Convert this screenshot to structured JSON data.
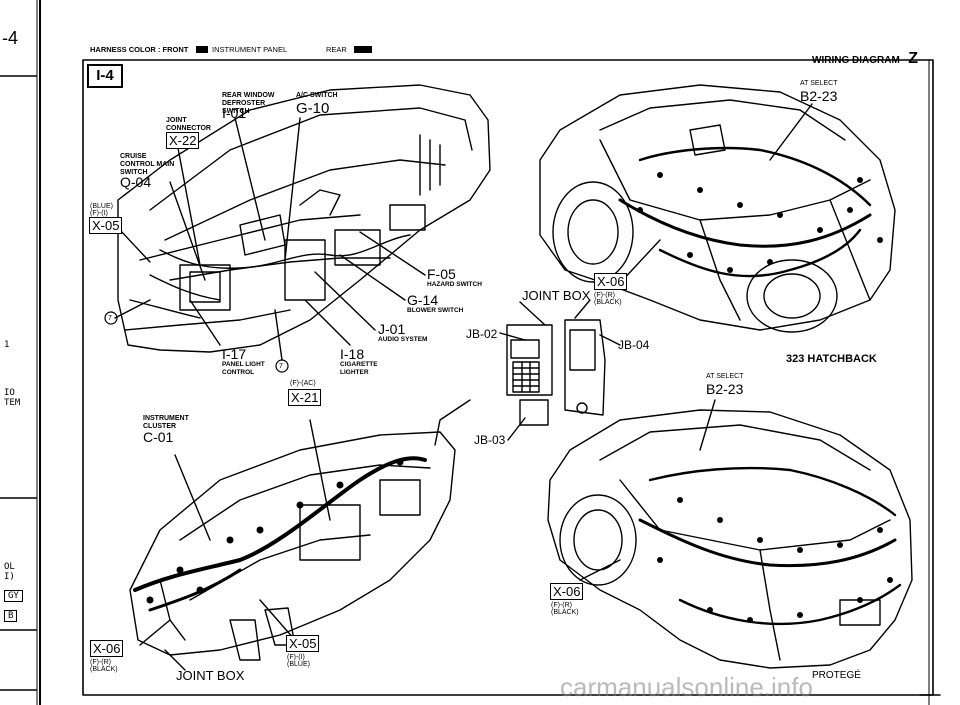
{
  "header": {
    "harness_color": "HARNESS COLOR : FRONT",
    "instrument_panel": "INSTRUMENT PANEL",
    "rear": "REAR",
    "title": "WIRING DIAGRAM",
    "title_letter": "Z"
  },
  "page_label": "-4",
  "section_tab": "I-4",
  "margin_text": [
    "1",
    "IO",
    "TEM",
    "OL",
    "I)",
    "GY",
    "B"
  ],
  "labels": {
    "rear_window_defroster_switch": "REAR WINDOW DEFROSTER SWITCH",
    "rear_window_defroster_code": "I-01",
    "ac_switch": "A/C SWITCH",
    "ac_switch_code": "G-10",
    "joint_connector": "JOINT CONNECTOR",
    "joint_connector_code": "X-22",
    "cruise_control": "CRUISE CONTROL MAIN SWITCH",
    "cruise_control_code": "Q-04",
    "blue_fi": "(BLUE) (F)-(I)",
    "x05_top": "X-05",
    "circle_7_left": "7",
    "hazard_switch_code": "F-05",
    "hazard_switch": "HAZARD SWITCH",
    "blower_switch_code": "G-14",
    "blower_switch": "BLOWER SWITCH",
    "audio_system_code": "J-01",
    "audio_system": "AUDIO SYSTEM",
    "panel_light_code": "I-17",
    "panel_light": "PANEL LIGHT CONTROL",
    "circle_7_mid": "7",
    "cigarette_code": "I-18",
    "cigarette": "CIGARETTE LIGHTER",
    "fac": "(F)-(AC)",
    "x21": "X-21",
    "instrument_cluster": "INSTRUMENT CLUSTER",
    "instrument_cluster_code": "C-01",
    "joint_box_top": "JOINT BOX",
    "x06_top": "X-06",
    "fr_black_top": "(F)-(R) (BLACK)",
    "jb02": "JB-02",
    "jb04": "JB-04",
    "jb03": "JB-03",
    "at_select_top": "AT SELECT",
    "at_select_top_code": "B2-23",
    "hatchback": "323 HATCHBACK",
    "at_select_mid": "AT SELECT",
    "at_select_mid_code": "B2-23",
    "x06_right": "X-06",
    "fr_black_right": "(F)-(R) (BLACK)",
    "x06_bottom": "X-06",
    "fr_black_bottom": "(F)-(R) (BLACK)",
    "x05_bottom": "X-05",
    "fi_blue_bottom": "(F)-(I) (BLUE)",
    "joint_box_bottom": "JOINT BOX",
    "protege": "PROTEGÉ"
  },
  "watermark": "carmanualsonline.info"
}
